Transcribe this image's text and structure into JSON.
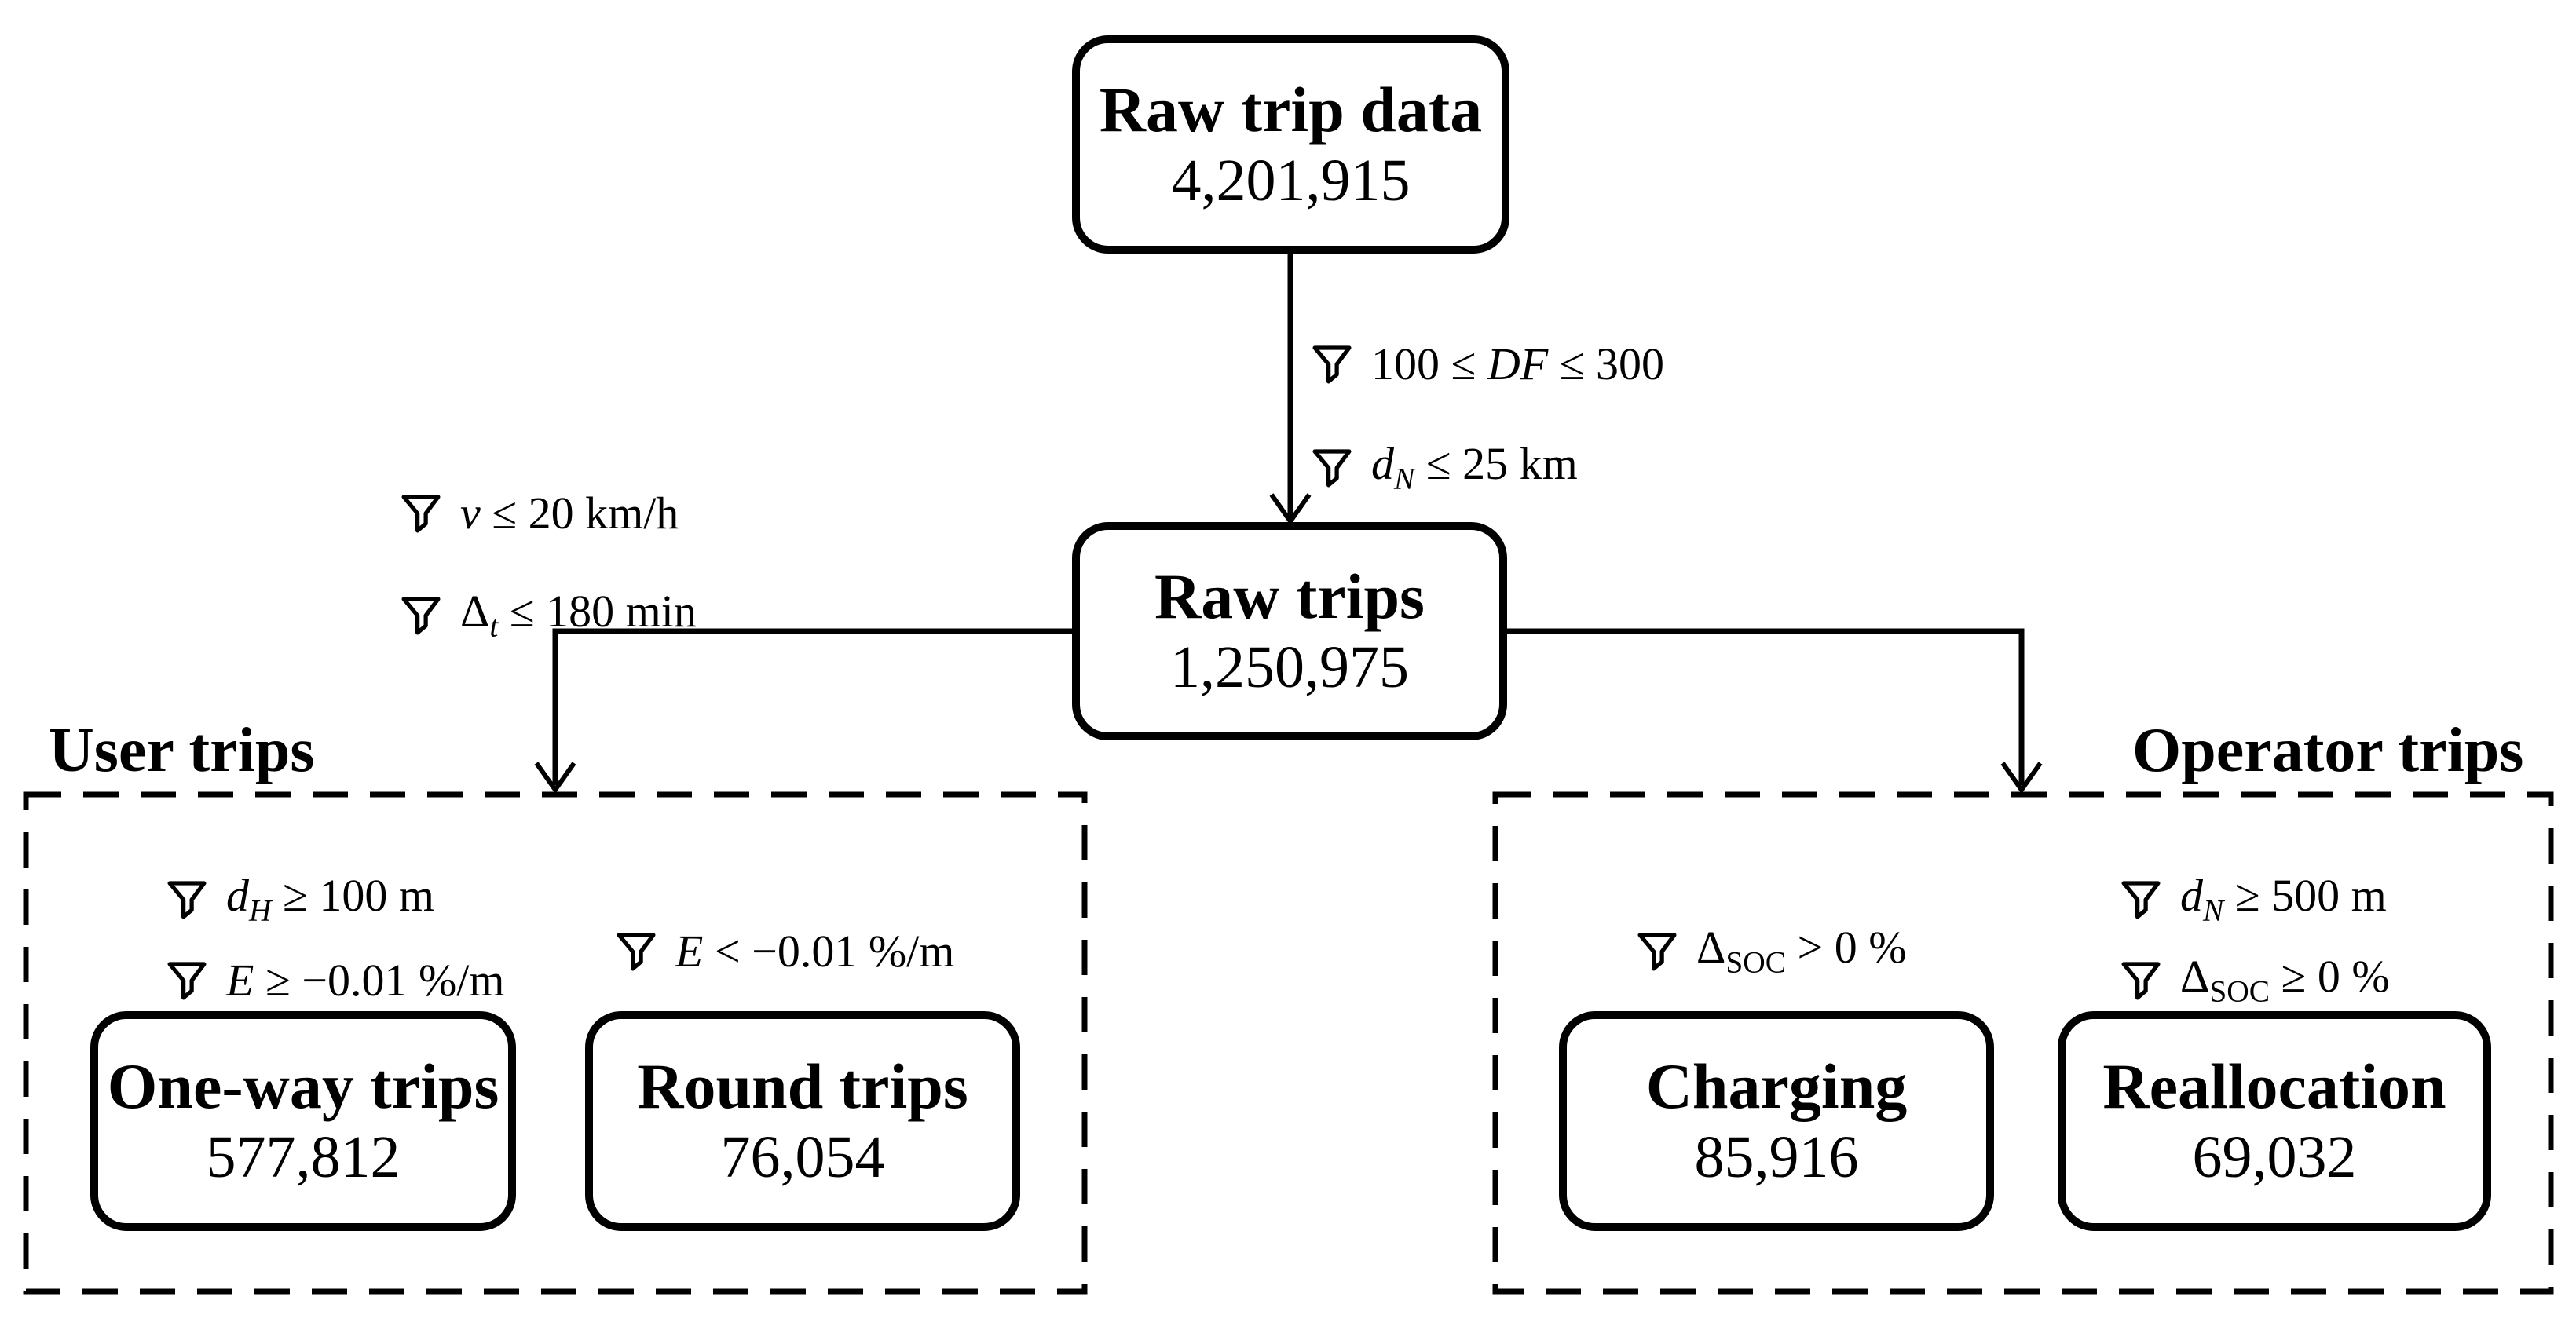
{
  "diagram": {
    "colors": {
      "ink": "#000000",
      "background": "#ffffff"
    },
    "nodes": {
      "raw_trip_data": {
        "title": "Raw trip data",
        "count": "4,201,915"
      },
      "raw_trips": {
        "title": "Raw trips",
        "count": "1,250,975"
      },
      "one_way_trips": {
        "title": "One-way trips",
        "count": "577,812"
      },
      "round_trips": {
        "title": "Round trips",
        "count": "76,054"
      },
      "charging": {
        "title": "Charging",
        "count": "85,916"
      },
      "reallocation": {
        "title": "Reallocation",
        "count": "69,032"
      }
    },
    "groups": {
      "user_trips": {
        "label": "User trips"
      },
      "operator_trips": {
        "label": "Operator trips"
      }
    },
    "filter_sets": {
      "raw_to_trips": [
        {
          "icon": "funnel-icon",
          "segments": [
            {
              "v": "100 ≤ "
            },
            {
              "v": "DF",
              "i": true
            },
            {
              "v": " ≤ 300"
            }
          ]
        },
        {
          "icon": "funnel-icon",
          "segments": [
            {
              "v": "d",
              "i": true
            },
            {
              "v": "N",
              "i": true,
              "sub": true
            },
            {
              "v": " ≤ 25 km"
            }
          ]
        }
      ],
      "trips_to_user": [
        {
          "icon": "funnel-icon",
          "segments": [
            {
              "v": "v",
              "i": true
            },
            {
              "v": " ≤ 20 km/h"
            }
          ]
        },
        {
          "icon": "funnel-icon",
          "segments": [
            {
              "v": "Δ"
            },
            {
              "v": "t",
              "i": true,
              "sub": true
            },
            {
              "v": " ≤ 180 min"
            }
          ]
        }
      ],
      "one_way": [
        {
          "icon": "funnel-icon",
          "segments": [
            {
              "v": "d",
              "i": true
            },
            {
              "v": "H",
              "i": true,
              "sub": true
            },
            {
              "v": " ≥ 100 m"
            }
          ]
        },
        {
          "icon": "funnel-icon",
          "segments": [
            {
              "v": "E",
              "i": true
            },
            {
              "v": " ≥ −0.01 %/m"
            }
          ]
        }
      ],
      "round": [
        {
          "icon": "funnel-icon",
          "segments": [
            {
              "v": "E",
              "i": true
            },
            {
              "v": " < −0.01 %/m"
            }
          ]
        }
      ],
      "charging": [
        {
          "icon": "funnel-icon",
          "segments": [
            {
              "v": "Δ"
            },
            {
              "v": "SOC",
              "sub": true
            },
            {
              "v": " > 0 %"
            }
          ]
        }
      ],
      "reallocation": [
        {
          "icon": "funnel-icon",
          "segments": [
            {
              "v": "d",
              "i": true
            },
            {
              "v": "N",
              "i": true,
              "sub": true
            },
            {
              "v": " ≥ 500 m"
            }
          ]
        },
        {
          "icon": "funnel-icon",
          "segments": [
            {
              "v": "Δ"
            },
            {
              "v": "SOC",
              "sub": true
            },
            {
              "v": " ≥ 0 %"
            }
          ]
        }
      ]
    }
  }
}
